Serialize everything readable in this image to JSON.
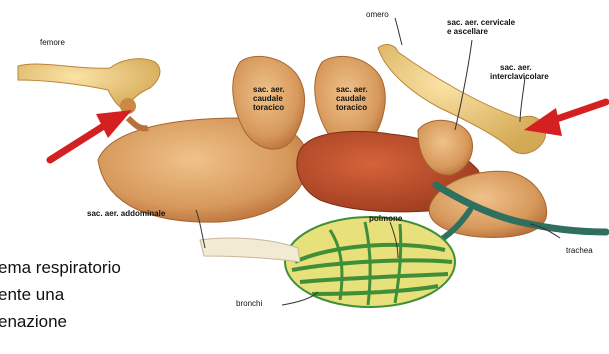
{
  "labels": {
    "femore": "femore",
    "omero": "omero",
    "cervical_1": "sac. aer. cervicale",
    "cervical_2": "e ascellare",
    "inter_1": "sac. aer.",
    "inter_2": "interclavicolare",
    "caudal_1": "sac. aer.",
    "caudal_2": "caudale",
    "caudal_3": "toracico",
    "cranial_1": "sac. aer.",
    "cranial_2": "caudale",
    "cranial_3": "toracico",
    "abdominal": "sac. aer. addominale",
    "polmone": "polmone",
    "trachea": "trachea",
    "bronchi": "bronchi"
  },
  "caption": {
    "line1": "ema respiratorio",
    "line2": "ente una",
    "line3": "enazione"
  },
  "colors": {
    "background": "#ffffff",
    "arrow": "#d42020",
    "bone": "#e8c27a",
    "air_sac": "#d7995c",
    "lung_dark": "#c04a28",
    "trachea": "#2e6f5e",
    "bronchi_green": "#3f8f3a",
    "bronchi_yellow": "#e8e07a"
  }
}
